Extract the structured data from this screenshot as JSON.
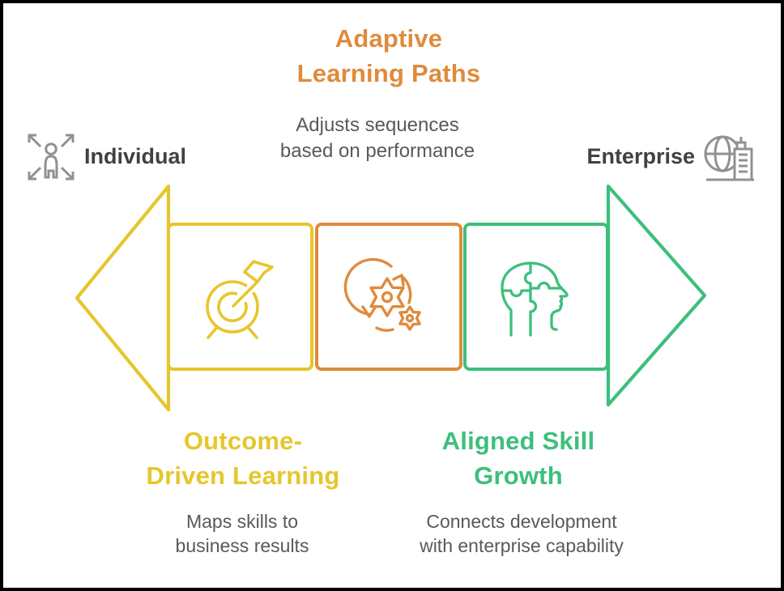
{
  "palette": {
    "yellow": "#E6C62C",
    "orange": "#DF8B3C",
    "green": "#3DBF7C",
    "subtitle_gray": "#58595B",
    "label_dark": "#414144",
    "icon_gray": "#8F9193",
    "background": "#FFFFFF",
    "frame_border": "#000000"
  },
  "diagram": {
    "left_endpoint": {
      "label": "Individual",
      "icon": "person-expand-icon"
    },
    "right_endpoint": {
      "label": "Enterprise",
      "icon": "globe-building-icon"
    },
    "arrow": {
      "left_head_color": "#E6C62C",
      "right_head_color": "#3DBF7C"
    },
    "stages": [
      {
        "title": "Outcome-\nDriven Learning",
        "subtitle": "Maps skills to\nbusiness results",
        "color": "#E6C62C",
        "icon": "target-dart-icon",
        "caption_position": "bottom-left"
      },
      {
        "title": "Adaptive\nLearning Paths",
        "subtitle": "Adjusts sequences\nbased on performance",
        "color": "#DF8B3C",
        "icon": "gears-cycle-icon",
        "caption_position": "top"
      },
      {
        "title": "Aligned Skill\nGrowth",
        "subtitle": "Connects development\nwith enterprise capability",
        "color": "#3DBF7C",
        "icon": "head-puzzle-icon",
        "caption_position": "bottom-right"
      }
    ]
  }
}
